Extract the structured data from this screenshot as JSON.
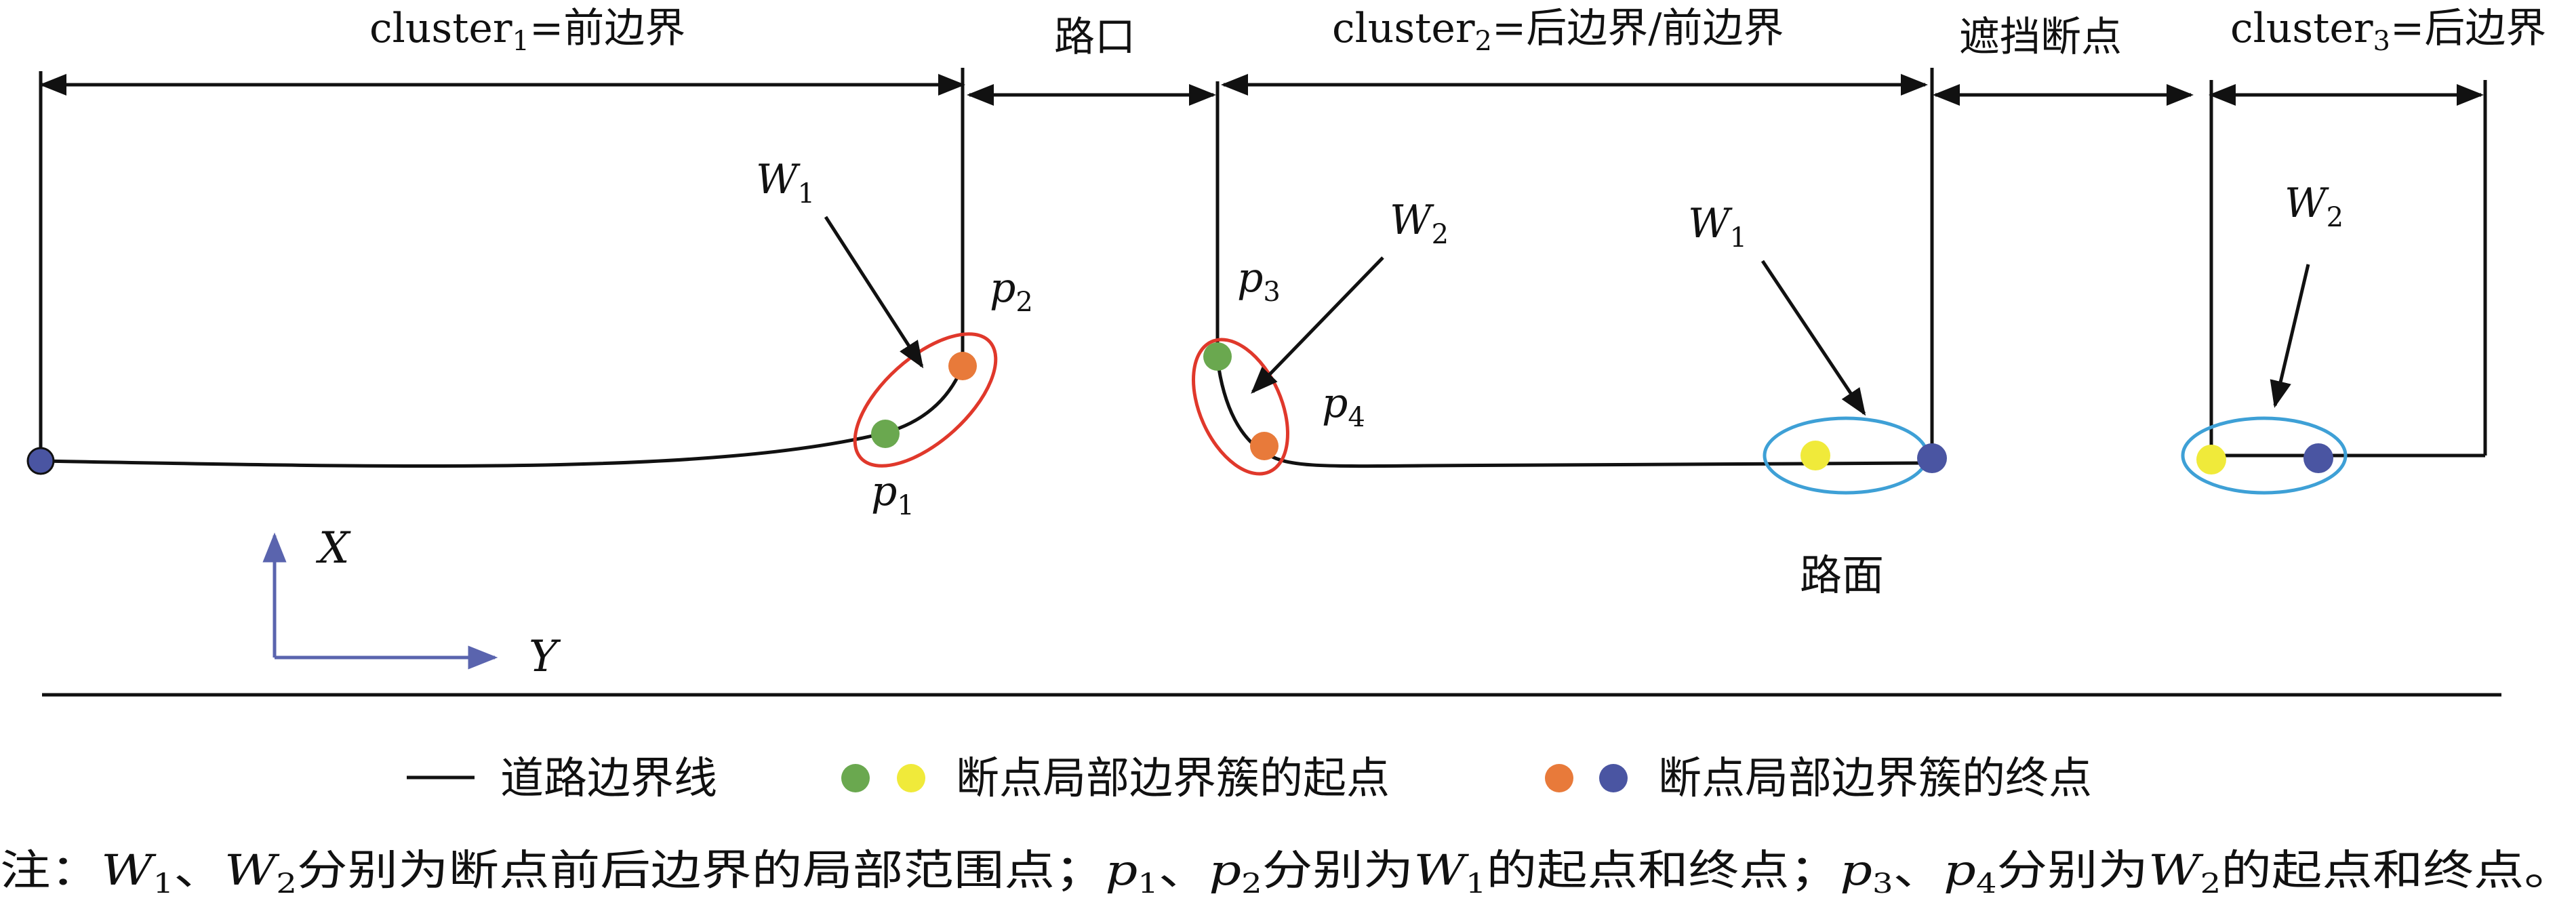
{
  "segments": {
    "cluster1": {
      "base": "cluster",
      "sub": "1",
      "rest": "=前边界"
    },
    "junction": "路口",
    "cluster2": {
      "base": "cluster",
      "sub": "2",
      "rest": "=后边界/前边界"
    },
    "occlusion": "遮挡断点",
    "cluster3": {
      "base": "cluster",
      "sub": "3",
      "rest": "=后边界"
    }
  },
  "window_labels": {
    "w1_left": {
      "base": "W",
      "sub": "1"
    },
    "w2_mid": {
      "base": "W",
      "sub": "2"
    },
    "w1_right": {
      "base": "W",
      "sub": "1"
    },
    "w2_far": {
      "base": "W",
      "sub": "2"
    }
  },
  "points": {
    "p1": {
      "base": "p",
      "sub": "1"
    },
    "p2": {
      "base": "p",
      "sub": "2"
    },
    "p3": {
      "base": "p",
      "sub": "3"
    },
    "p4": {
      "base": "p",
      "sub": "4"
    }
  },
  "road_surface": "路面",
  "axes": {
    "x": "X",
    "y": "Y"
  },
  "legend": {
    "line": "道路边界线",
    "start": "断点局部边界簇的起点",
    "end": "断点局部边界簇的终点"
  },
  "note": {
    "prefix": "注：",
    "w1": {
      "base": "W",
      "sub": "1"
    },
    "sep1": "、",
    "w2": {
      "base": "W",
      "sub": "2"
    },
    "part1": "分别为断点前后边界的局部范围点；",
    "p1": {
      "base": "p",
      "sub": "1"
    },
    "sep2": "、",
    "p2": {
      "base": "p",
      "sub": "2"
    },
    "part2": "分别为",
    "w1b": {
      "base": "W",
      "sub": "1"
    },
    "part3": "的起点和终点；",
    "p3": {
      "base": "p",
      "sub": "3"
    },
    "sep3": "、",
    "p4": {
      "base": "p",
      "sub": "4"
    },
    "part4": "分别为",
    "w2b": {
      "base": "W",
      "sub": "2"
    },
    "part5": "的起点和终点。"
  },
  "colors": {
    "start_green": "#6aa84f",
    "start_yellow": "#f0ea3a",
    "end_orange": "#e87a3a",
    "end_blue": "#4a55a2",
    "ellipse_red": "#e0382b",
    "ellipse_blue": "#3ea0d6",
    "axis_blue": "#5a64ae"
  }
}
